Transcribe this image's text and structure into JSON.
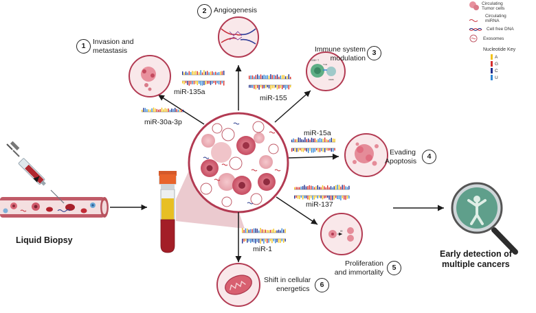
{
  "processes": {
    "invasion": {
      "number": "1",
      "label_line1": "Invasion and",
      "label_line2": "metastasis"
    },
    "angiogenesis": {
      "number": "2",
      "label_line1": "Angiogenesis"
    },
    "immune": {
      "number": "3",
      "label_line1": "Immune system",
      "label_line2": "modulation"
    },
    "apoptosis": {
      "number": "4",
      "label_line1": "Evading",
      "label_line2": "Apoptosis"
    },
    "proliferation": {
      "number": "5",
      "label_line1": "Proliferation",
      "label_line2": "and immortality"
    },
    "energetics": {
      "number": "6",
      "label_line1": "Shift in cellular",
      "label_line2": "energetics"
    }
  },
  "mirnas": {
    "mir135a": "miR-135a",
    "mir30a": "miR-30a-3p",
    "mir155": "miR-155",
    "mir15a": "miR-15a",
    "mir137": "miR-137",
    "mir1": "miR-1"
  },
  "labels": {
    "liquid_biopsy": "Liquid Biopsy",
    "early_detection_line1": "Early detection of",
    "early_detection_line2": "multiple cancers"
  },
  "immune_cell_text": {
    "cd8": "CD8+ T",
    "tcr": "TCR",
    "ligand": "CD80"
  },
  "legend": {
    "items": [
      {
        "label_line1": "Circulating",
        "label_line2": "Tumor cells",
        "icon": "tumor-cell-icon"
      },
      {
        "label_line1": "Circulating",
        "label_line2": "miRNA",
        "icon": "mirna-icon"
      },
      {
        "label_line1": "Cell free DNA",
        "icon": "dna-icon"
      },
      {
        "label_line1": "Exosomes",
        "icon": "exosome-icon"
      }
    ],
    "nucleotide_key_title": "Nucleotide Key",
    "nucleotides": [
      {
        "letter": "A",
        "color": "#f2c21b"
      },
      {
        "letter": "G",
        "color": "#d62d2d"
      },
      {
        "letter": "C",
        "color": "#1d2c8c"
      },
      {
        "letter": "U",
        "color": "#2f86d6"
      }
    ]
  },
  "colors": {
    "accent": "#b23a52",
    "vessel": "#b8525e",
    "blood": "#a5202a",
    "plasma": "#e9c31d",
    "tube_cap": "#e8632a",
    "magnifier_bg": "#5f9f8b"
  }
}
